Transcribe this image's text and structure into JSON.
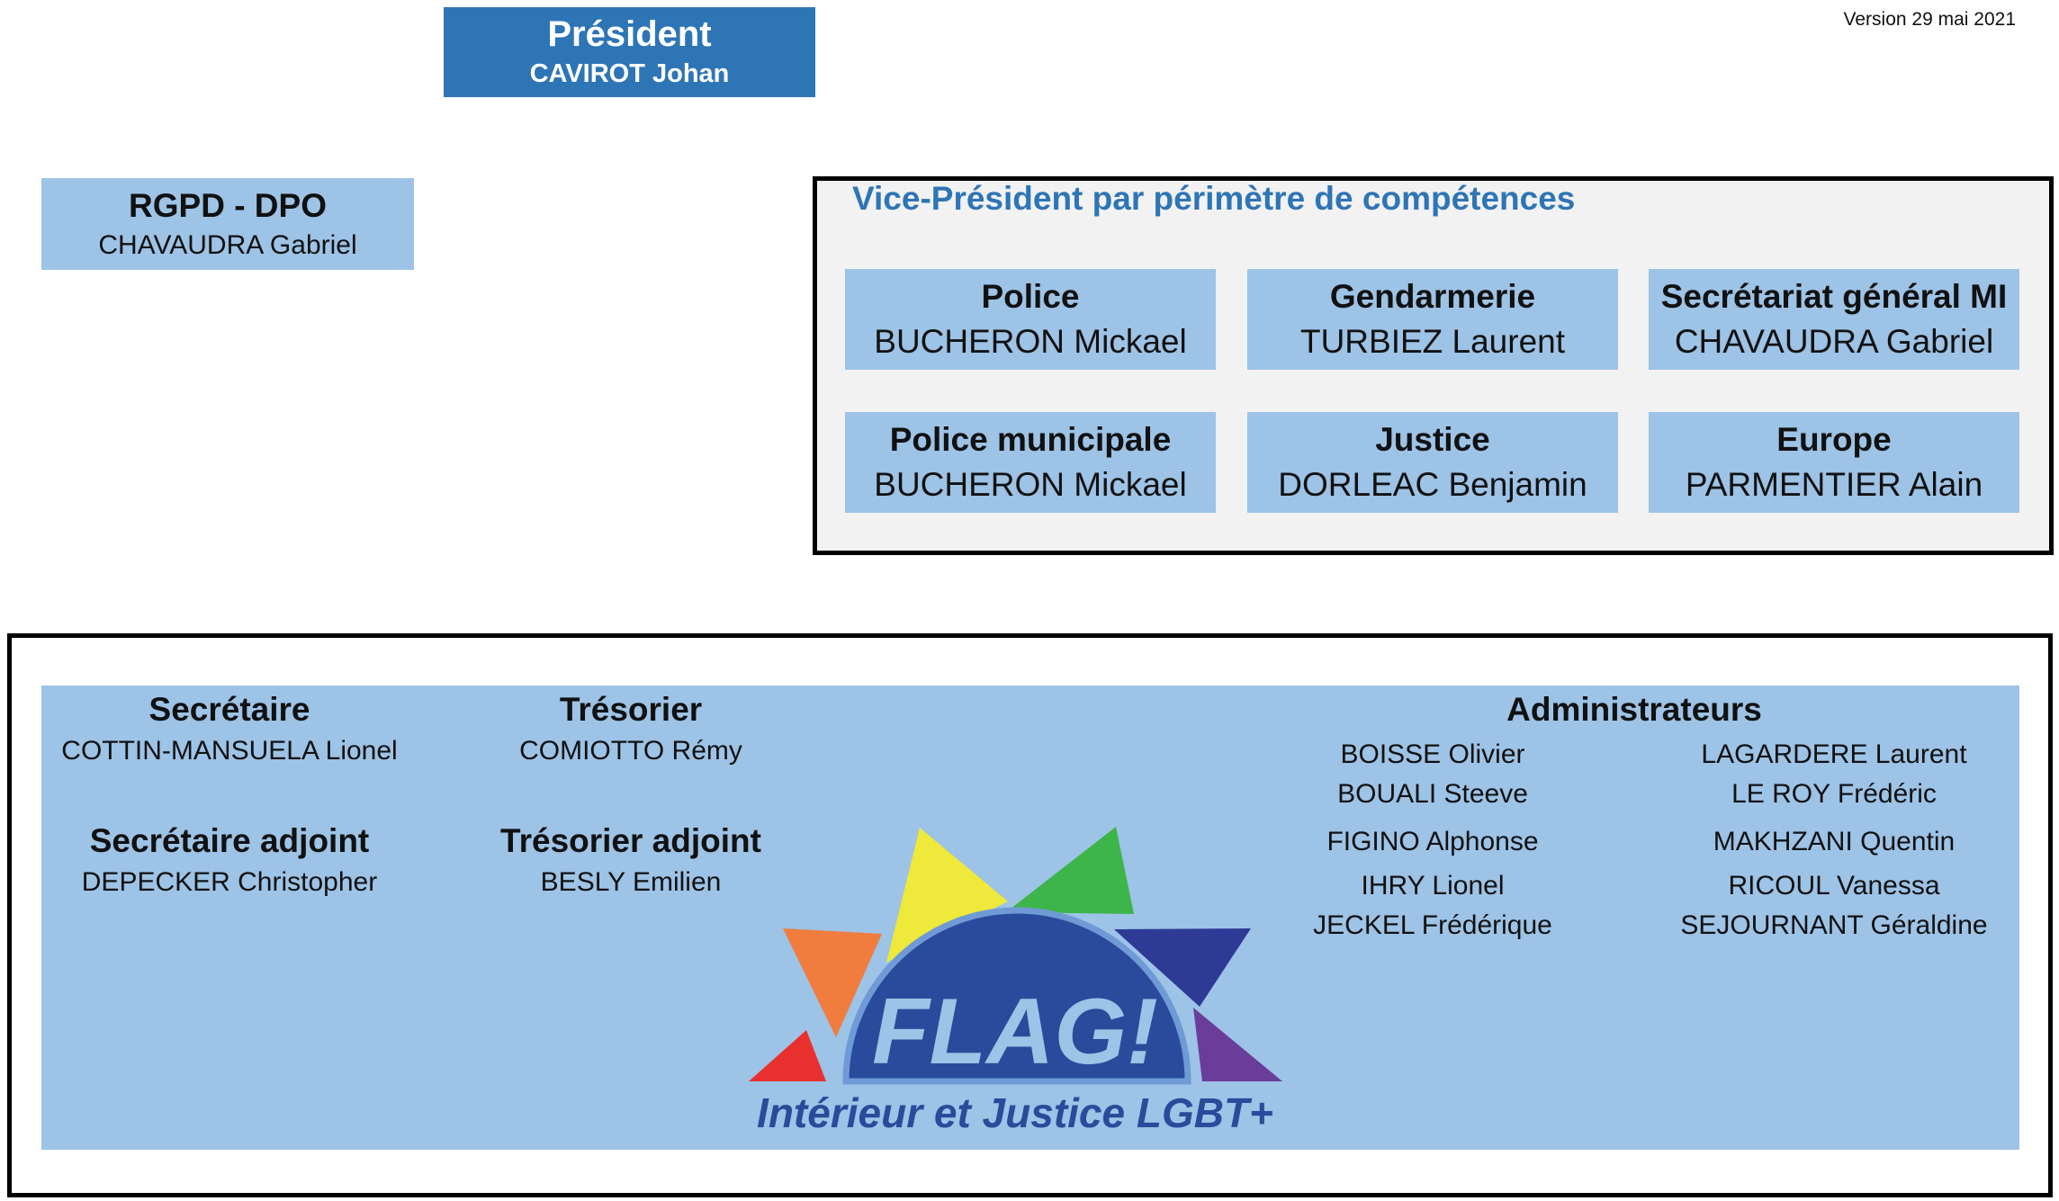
{
  "version": "Version 29 mai 2021",
  "president": {
    "title": "Président",
    "name": "CAVIROT Johan"
  },
  "rgpd": {
    "title": "RGPD - DPO",
    "name": "CHAVAUDRA Gabriel"
  },
  "vice_presidents": {
    "heading": "Vice-Président par périmètre de compétences",
    "items": [
      {
        "title": "Police",
        "name": "BUCHERON Mickael"
      },
      {
        "title": "Gendarmerie",
        "name": "TURBIEZ Laurent"
      },
      {
        "title": "Secrétariat général MI",
        "name": "CHAVAUDRA Gabriel"
      },
      {
        "title": "Police municipale",
        "name": "BUCHERON Mickael"
      },
      {
        "title": "Justice",
        "name": "DORLEAC Benjamin"
      },
      {
        "title": "Europe",
        "name": "PARMENTIER Alain"
      }
    ]
  },
  "board": {
    "secretaire": {
      "title": "Secrétaire",
      "name": "COTTIN-MANSUELA Lionel"
    },
    "tresorier": {
      "title": "Trésorier",
      "name": "COMIOTTO Rémy"
    },
    "secretaire_adjoint": {
      "title": "Secrétaire adjoint",
      "name": "DEPECKER Christopher"
    },
    "tresorier_adjoint": {
      "title": "Trésorier adjoint",
      "name": "BESLY Emilien"
    },
    "administrateurs": {
      "title": "Administrateurs",
      "col1": [
        "BOISSE Olivier",
        "BOUALI Steeve",
        "FIGINO Alphonse",
        "IHRY Lionel",
        "JECKEL Frédérique"
      ],
      "col2": [
        "LAGARDERE Laurent",
        "LE ROY Frédéric",
        "MAKHZANI Quentin",
        "RICOUL Vanessa",
        "SEJOURNANT Géraldine"
      ]
    }
  },
  "logo": {
    "wordmark": "FLAG!",
    "tagline": "Intérieur et Justice LGBT+",
    "colors": {
      "red": "#e8312f",
      "orange": "#f07c3e",
      "yellow": "#eee93a",
      "green": "#3db54a",
      "indigo": "#2e3b96",
      "purple": "#6a3d9a",
      "dome": "#2a4b9b",
      "dome_edge": "#6f9ad6",
      "text_blue": "#2a4b9b"
    }
  }
}
